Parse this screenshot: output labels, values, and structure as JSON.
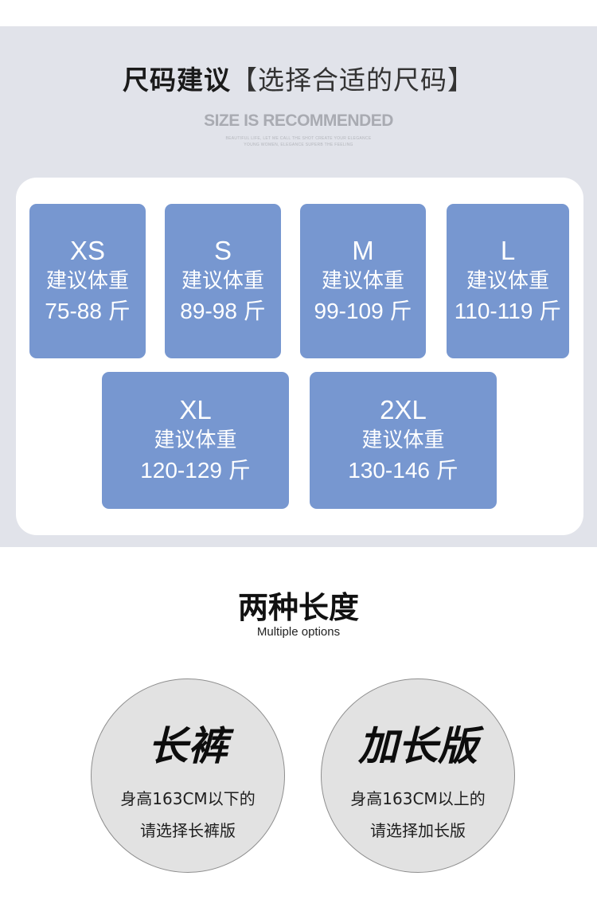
{
  "header": {
    "title_bold": "尺码建议",
    "title_light": "【选择合适的尺码】",
    "subtitle": "SIZE IS RECOMMENDED",
    "tagline_1": "BEAUTIFUL LIFE, LET ME CALL THE SHOT CREATE YOUR ELEGANCE",
    "tagline_2": "YOUNG WOMEN, ELEGANCE SUPERB THE FEELING"
  },
  "sizes": [
    {
      "size": "XS",
      "label": "建议体重",
      "weight": "75-88 斤"
    },
    {
      "size": "S",
      "label": "建议体重",
      "weight": "89-98 斤"
    },
    {
      "size": "M",
      "label": "建议体重",
      "weight": "99-109 斤"
    },
    {
      "size": "L",
      "label": "建议体重",
      "weight": "110-119 斤"
    },
    {
      "size": "XL",
      "label": "建议体重",
      "weight": "120-129 斤"
    },
    {
      "size": "2XL",
      "label": "建议体重",
      "weight": "130-146 斤"
    }
  ],
  "lengths": {
    "title": "两种长度",
    "subtitle": "Multiple options",
    "options": [
      {
        "title": "长裤",
        "line1": "身高163CM以下的",
        "line2": "请选择长裤版"
      },
      {
        "title": "加长版",
        "line1": "身高163CM以上的",
        "line2": "请选择加长版"
      }
    ]
  },
  "colors": {
    "band": "#e1e3ea",
    "size_box": "#7797d0",
    "circle": "#e2e2e2"
  }
}
